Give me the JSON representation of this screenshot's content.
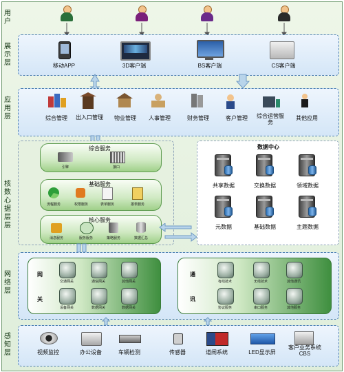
{
  "layers": {
    "user": "用户",
    "display": "展示层",
    "app": "应用层",
    "core": "核数心据层层",
    "network": "网络层",
    "sensing": "感知层"
  },
  "display": {
    "items": [
      "移动APP",
      "3D客户端",
      "BS客户端",
      "CS客户端"
    ]
  },
  "app": {
    "items": [
      "综合管理",
      "出入口管理",
      "物业管理",
      "人事管理",
      "财务管理",
      "客户管理",
      "综合运营服务",
      "其他应用"
    ]
  },
  "core": {
    "composite": {
      "title": "综合服务",
      "items": [
        "引擎",
        "接口"
      ]
    },
    "basic": {
      "title": "基础服务",
      "items": [
        "流程服务",
        "权限服务",
        "表单服务",
        "报表服务"
      ]
    },
    "kernel": {
      "title": "核心服务",
      "items": [
        "消息服务",
        "服务服务",
        "策略服务",
        "数据汇总"
      ]
    }
  },
  "datacenter": {
    "title": "数据中心",
    "items": [
      "共享数据",
      "交换数据",
      "领域数据",
      "元数据",
      "基础数据",
      "主题数据"
    ]
  },
  "network": {
    "gateway_label": [
      "网",
      "关"
    ],
    "gateway_items": [
      "交通网关",
      "通信网关",
      "其他网关",
      "设备网关",
      "数据网关",
      "数据网关"
    ],
    "comm_label": [
      "通",
      "讯"
    ],
    "comm_items": [
      "有线技术",
      "无线技术",
      "其他通讯",
      "协议服务",
      "串口服务",
      "其他服务"
    ]
  },
  "sensing": {
    "items": [
      "视频监控",
      "办公设备",
      "车辆检测",
      "传感器",
      "道闸系统",
      "LED显示屏",
      "客户业务系统CBS"
    ]
  },
  "colors": {
    "frame_border": "#6f9a6f",
    "band_border": "#4c7fb0",
    "arrow": "#b8d4ea"
  }
}
